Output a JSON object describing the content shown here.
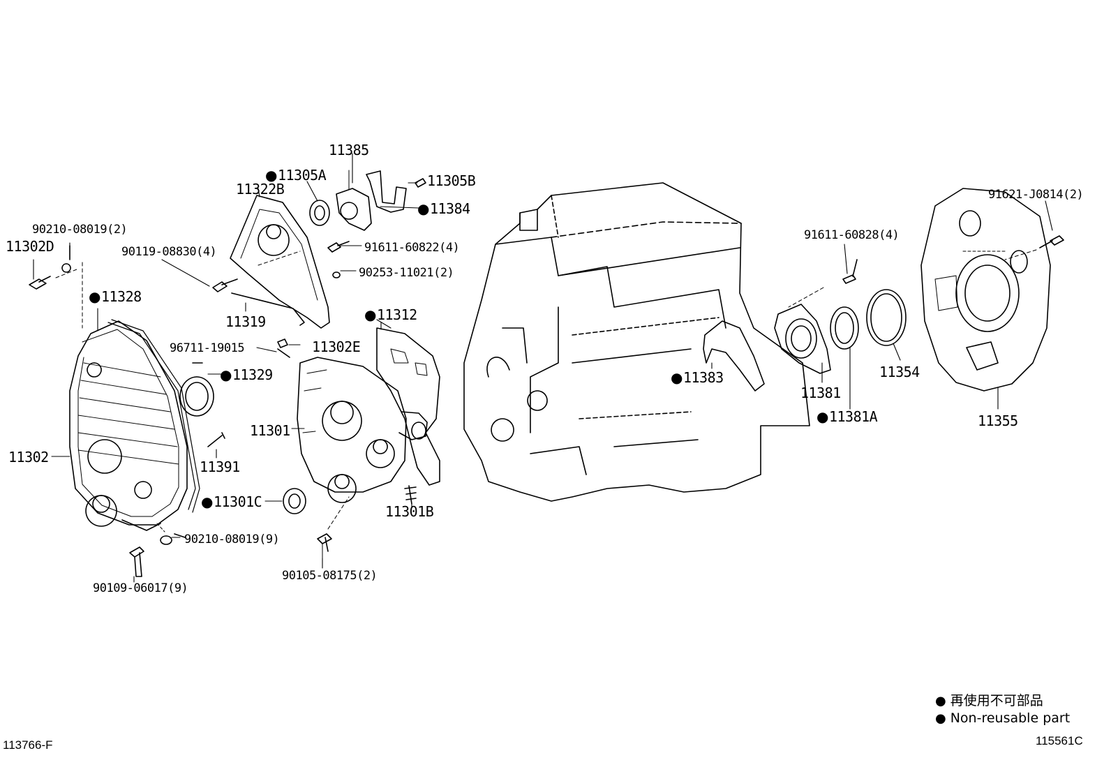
{
  "callouts": {
    "p11385": "11385",
    "p11305A": "11305A",
    "p11305B": "11305B",
    "p11322B": "11322B",
    "p11384": "11384",
    "p90210_top": "90210-08019(2)",
    "p11302D": "11302D",
    "p90119": "90119-08830(4)",
    "p91611_a": "91611-60822(4)",
    "p90253": "90253-11021(2)",
    "p11328": "11328",
    "p11319": "11319",
    "p11312": "11312",
    "p96711": "96711-19015",
    "p11302E": "11302E",
    "p11329": "11329",
    "p11301": "11301",
    "p11302": "11302",
    "p11391": "11391",
    "p11301C": "11301C",
    "p11301B": "11301B",
    "p90210_bot": "90210-08019(9)",
    "p90109": "90109-06017(9)",
    "p90105": "90105-08175(2)",
    "p91621": "91621-J0814(2)",
    "p91611_b": "91611-60828(4)",
    "p11383": "11383",
    "p11381": "11381",
    "p11381A": "11381A",
    "p11354": "11354",
    "p11355": "11355"
  },
  "legend": {
    "line_ja": "再使用不可部品",
    "line_en": "Non-reusable part"
  },
  "footer": {
    "left_code": "113766-F",
    "right_code": "115561C"
  }
}
